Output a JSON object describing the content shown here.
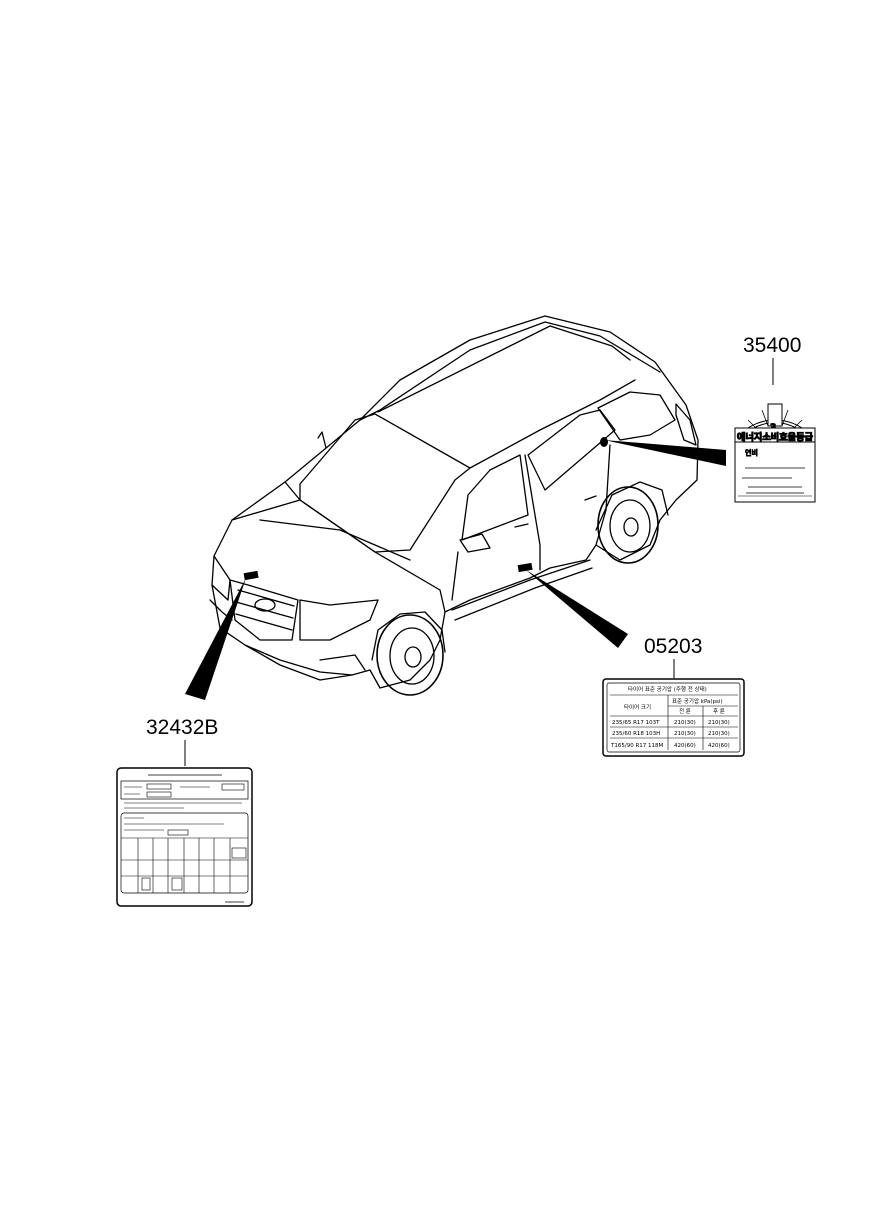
{
  "callouts": {
    "label_35400": "35400",
    "label_05203": "05203",
    "label_32432b": "32432B"
  },
  "label_35400": {
    "title": "에너지소비효율등급",
    "grade": "3",
    "fuel_economy_label": "연비"
  },
  "label_05203": {
    "title": "타이어 표준 공기압 (주행 전 상태)",
    "col_size": "타이어 크기",
    "col_pressure": "표준 공기압 kPa(psi)",
    "col_front": "전 륜",
    "col_rear": "후 륜",
    "rows": [
      {
        "size": "235/65 R17 103T",
        "front": "210(30)",
        "rear": "210(30)"
      },
      {
        "size": "235/60 R18 103H",
        "front": "210(30)",
        "rear": "210(30)"
      },
      {
        "size": "T165/90 R17 118M",
        "front": "420(60)",
        "rear": "420(60)"
      }
    ]
  },
  "colors": {
    "line": "#000000",
    "background": "#ffffff",
    "leader_fill": "#000000"
  }
}
